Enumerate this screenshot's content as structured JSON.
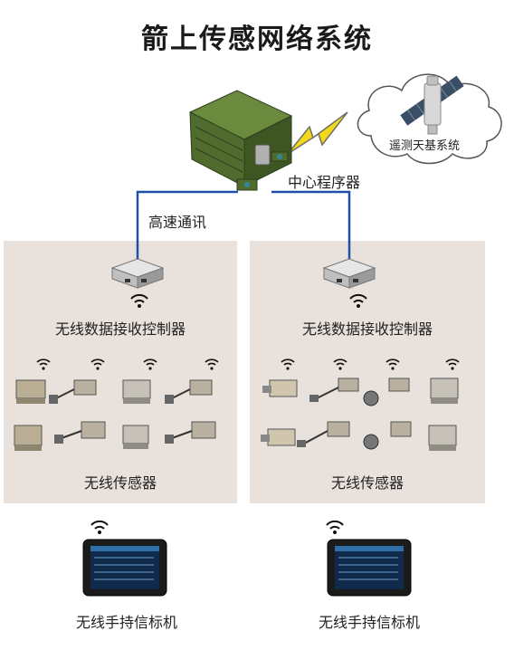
{
  "title": "箭上传感网络系统",
  "satellite_system": "遥测天基系统",
  "central_unit": "中心程序器",
  "high_speed_link": "高速通讯",
  "left_group": {
    "receiver": "无线数据接收控制器",
    "sensors": "无线传感器",
    "handheld": "无线手持信标机"
  },
  "right_group": {
    "receiver": "无线数据接收控制器",
    "sensors": "无线传感器",
    "handheld": "无线手持信标机"
  },
  "colors": {
    "link_line": "#1f4fa8",
    "panel_bg": "#e8e1dc",
    "central_green": "#4f6b2e",
    "lightning": "#f2d91a"
  }
}
